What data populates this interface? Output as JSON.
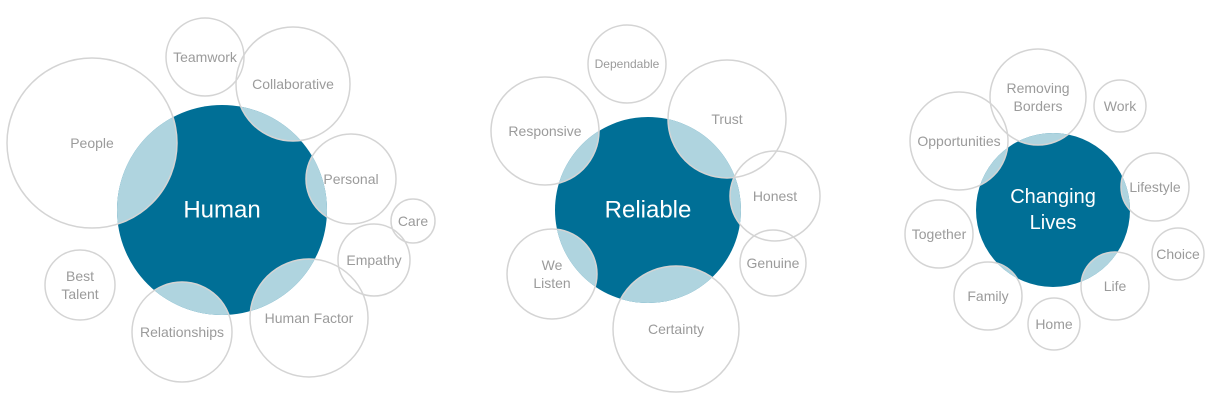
{
  "colors": {
    "core": "#006f96",
    "core_text": "#ffffff",
    "overlap": "#afd4df",
    "satellite_stroke": "#d4d4d4",
    "satellite_text": "#9b9b9b"
  },
  "clusters": [
    {
      "core": "Human",
      "satellites": [
        [
          "People"
        ],
        [
          "Teamwork"
        ],
        [
          "Collaborative"
        ],
        [
          "Personal"
        ],
        [
          "Care"
        ],
        [
          "Empathy"
        ],
        [
          "Human Factor"
        ],
        [
          "Relationships"
        ],
        [
          "Best",
          "Talent"
        ]
      ]
    },
    {
      "core": "Reliable",
      "satellites": [
        [
          "Dependable"
        ],
        [
          "Responsive"
        ],
        [
          "Trust"
        ],
        [
          "Honest"
        ],
        [
          "Genuine"
        ],
        [
          "Certainty"
        ],
        [
          "We",
          "Listen"
        ]
      ]
    },
    {
      "core": [
        "Changing",
        "Lives"
      ],
      "satellites": [
        [
          "Opportunities"
        ],
        [
          "Removing",
          "Borders"
        ],
        [
          "Work"
        ],
        [
          "Lifestyle"
        ],
        [
          "Choice"
        ],
        [
          "Life"
        ],
        [
          "Home"
        ],
        [
          "Family"
        ],
        [
          "Together"
        ]
      ]
    }
  ]
}
